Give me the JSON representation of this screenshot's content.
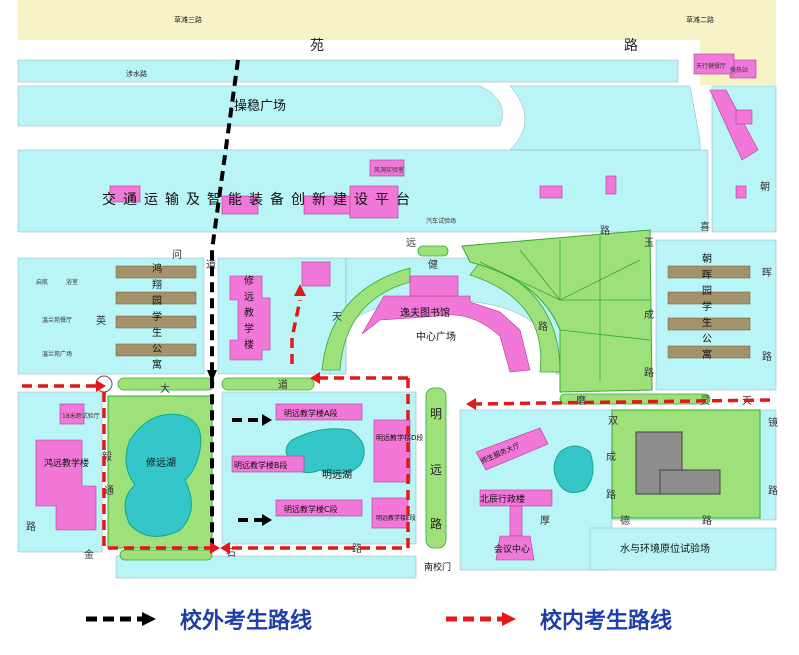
{
  "map": {
    "colors": {
      "sand": "#f7f3c6",
      "block": "#b9f4f7",
      "road": "#ffffff",
      "green": "#9ee07a",
      "building_pink": "#f178d8",
      "building_olive": "#a3926a",
      "water": "#35c6c9",
      "gray": "#888888",
      "route_external": "#000000",
      "route_internal": "#e31919",
      "legend_text": "#1f3fa8"
    },
    "roads": {
      "top_left": "草滩三路",
      "top_right": "草滩二路",
      "yuan": "苑",
      "lu": "路",
      "sheshui": "涉水路",
      "yi": "毅",
      "tongtian_tong": "通",
      "tongtian_tian": "天",
      "tongtian_lu": "路",
      "shuangxi_shuang": "双",
      "shuangxi_xi": "喜",
      "shuangxi_lu": "路",
      "chao": "朝",
      "chao_hui": "晖",
      "chao_lu": "路",
      "hou": "厚",
      "de": "德",
      "hou_lu": "路",
      "jin": "金",
      "shi": "石",
      "shi_lu": "路",
      "wen": "问",
      "dao": "道",
      "ying": "英",
      "da": "大",
      "dao2": "道",
      "yuan2": "远",
      "jian": "健",
      "tian": "天",
      "lu2": "路",
      "mingyuan_ming": "明",
      "mingyuan_yuan": "远",
      "mingyuan_lu": "路",
      "cheng": "成",
      "lu3": "路",
      "yu": "玉",
      "cheng2": "成",
      "lu4": "路",
      "mo": "磨",
      "jing": "镜",
      "lu5": "路",
      "ling": "灵"
    },
    "places": {
      "caowen_square": "操稳广场",
      "traffic_platform": "交通运输及智能装备创新建设平台",
      "hongxiang_dorm": [
        "鸿",
        "翔",
        "园",
        "学",
        "生",
        "公",
        "寓"
      ],
      "chaohui_dorm": [
        "朝",
        "晖",
        "园",
        "学",
        "生",
        "公",
        "寓"
      ],
      "xiuyuan_building": [
        "修",
        "远",
        "教",
        "学",
        "楼"
      ],
      "library": "逸夫图书馆",
      "center_plaza": "中心广场",
      "mingyuan_a": "明远教学楼A段",
      "mingyuan_b": "明远教学楼B段",
      "mingyuan_c": "明远教学楼C段",
      "mingyuan_d": "明远教学楼D段",
      "mingyuan_e": "明远教学楼E段",
      "mingyuan_lake": "明远湖",
      "xiuyuan_lake": "修远湖",
      "hongyuan_building": "鸿远教学楼",
      "service_hall": "师生服务大厅",
      "admin_building": "北辰行政楼",
      "conference_center": "会议中心",
      "south_gate": "南校门",
      "water_env": "水与环境原位试验场",
      "dining": "启航",
      "bathhouse": "浴室",
      "westlan_canteen": "温兰苑餐厅",
      "westlan_plaza": "温兰苑广场",
      "tianhe_dining": "天行健餐厅",
      "huanre": "换热站",
      "car_test": "汽车试验场",
      "wind_lab": "风洞实验室",
      "hall_18": "18米跨试验厅"
    }
  },
  "legend": {
    "external_label": "校外考生路线",
    "internal_label": "校内考生路线"
  }
}
